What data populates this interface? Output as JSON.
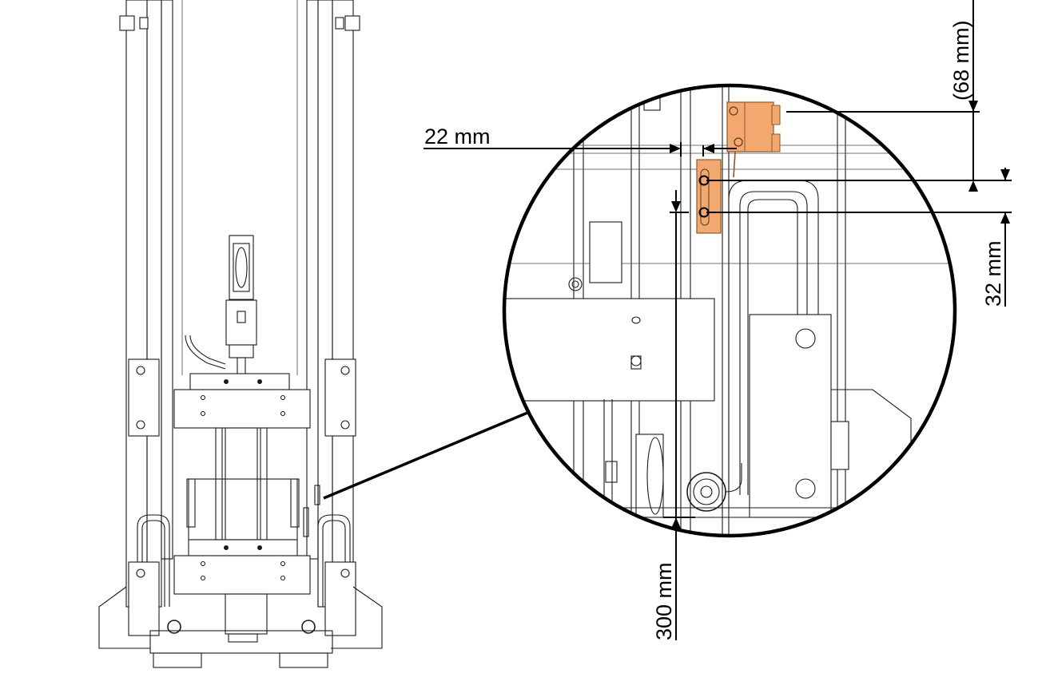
{
  "dimensions": {
    "d22": "22 mm",
    "d68": "(68 mm)",
    "d32": "32 mm",
    "d300": "300 mm"
  },
  "colors": {
    "line": "#1a1a1a",
    "highlight_part": "#f2a86e",
    "highlight_stroke": "#8a5a2a",
    "background": "#ffffff"
  }
}
